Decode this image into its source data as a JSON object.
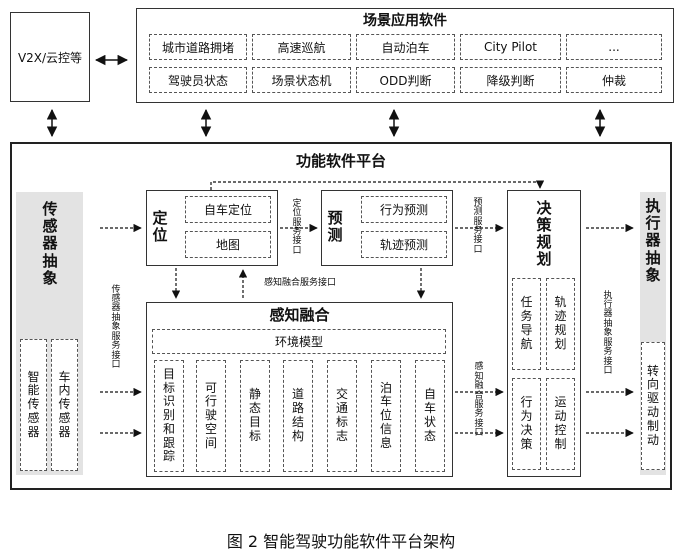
{
  "v2x": {
    "label": "V2X/云控等"
  },
  "scene_app": {
    "title": "场景应用软件",
    "items_row1": [
      "城市道路拥堵",
      "高速巡航",
      "自动泊车",
      "City Pilot",
      "..."
    ],
    "items_row2": [
      "驾驶员状态",
      "场景状态机",
      "ODD判断",
      "降级判断",
      "仲裁"
    ]
  },
  "platform": {
    "title": "功能软件平台"
  },
  "sensor_abs": {
    "title": "传感器抽象",
    "sub1": "智能传感器",
    "sub2": "车内传感器"
  },
  "actuator_abs": {
    "title": "执行器抽象",
    "sub": "转向驱动制动"
  },
  "localization": {
    "title": "定位",
    "item1": "自车定位",
    "item2": "地图"
  },
  "prediction": {
    "title": "预测",
    "item1": "行为预测",
    "item2": "轨迹预测"
  },
  "decision": {
    "title": "决策规划",
    "items": [
      "任务导航",
      "轨迹规划",
      "行为决策",
      "运动控制"
    ]
  },
  "fusion": {
    "title": "感知融合",
    "env_model": "环境模型",
    "items": [
      "目标识别和跟踪",
      "可行驶空间",
      "静态目标",
      "道路结构",
      "交通标志",
      "泊车位信息",
      "自车状态"
    ]
  },
  "interfaces": {
    "sensor_if": "传感器抽象服务接口",
    "loc_if": "定位服务接口",
    "pred_if": "预测服务接口",
    "fusion_if_top": "感知融合服务接口",
    "fusion_if_right": "感知融合服务接口",
    "actuator_if": "执行器抽象服务接口"
  },
  "caption": "图 2 智能驾驶功能软件平台架构"
}
